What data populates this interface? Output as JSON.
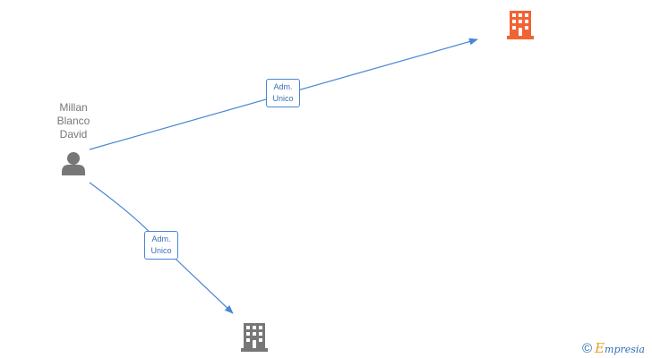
{
  "person": {
    "name_lines": [
      "Millan",
      "Blanco",
      "David"
    ],
    "icon": "person-icon"
  },
  "companies": [
    {
      "icon": "building-icon",
      "color": "#f26334"
    },
    {
      "icon": "building-icon",
      "color": "#777777"
    }
  ],
  "edges": [
    {
      "label_lines": [
        "Adm.",
        "Unico"
      ],
      "color": "#4a86d4"
    },
    {
      "label_lines": [
        "Adm.",
        "Unico"
      ],
      "color": "#4a86d4"
    }
  ],
  "watermark": {
    "symbol": "©",
    "brand_initial": "E",
    "brand_rest": "mpresia",
    "color": "#2f6fb0",
    "accent": "#e8a224"
  }
}
